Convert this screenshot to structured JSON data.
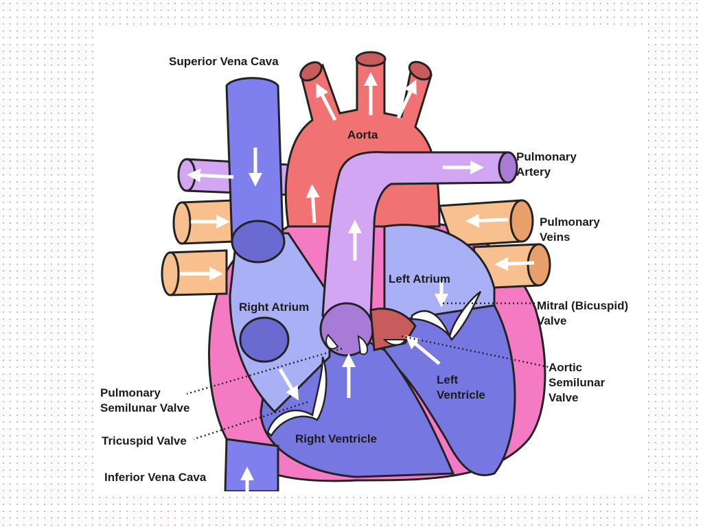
{
  "labels": {
    "superior_vena_cava": "Superior Vena Cava",
    "aorta": "Aorta",
    "pulmonary_artery_1": "Pulmonary",
    "pulmonary_artery_2": "Artery",
    "pulmonary_veins_1": "Pulmonary",
    "pulmonary_veins_2": "Veins",
    "left_atrium": "Left Atrium",
    "right_atrium": "Right Atrium",
    "mitral_valve_1": "Mitral (Bicuspid)",
    "mitral_valve_2": "Valve",
    "aortic_valve_1": "Aortic",
    "aortic_valve_2": "Semilunar",
    "aortic_valve_3": "Valve",
    "left_ventricle_1": "Left",
    "left_ventricle_2": "Ventricle",
    "pulmonary_semilunar_1": "Pulmonary",
    "pulmonary_semilunar_2": "Semilunar Valve",
    "tricuspid_valve": "Tricuspid Valve",
    "right_ventricle": "Right Ventricle",
    "inferior_vena_cava": "Inferior Vena Cava"
  },
  "colors": {
    "deoxygenated_blue": "#7f7fee",
    "aorta_red": "#f07272",
    "pulmonary_artery_purple": "#d2a6f2",
    "pulmonary_vein_tan": "#f7c08e",
    "heart_wall_pink": "#f57ac4",
    "chamber_light": "#aab0f6",
    "chamber_dark": "#7777e2",
    "arrow_white": "#ffffff"
  }
}
